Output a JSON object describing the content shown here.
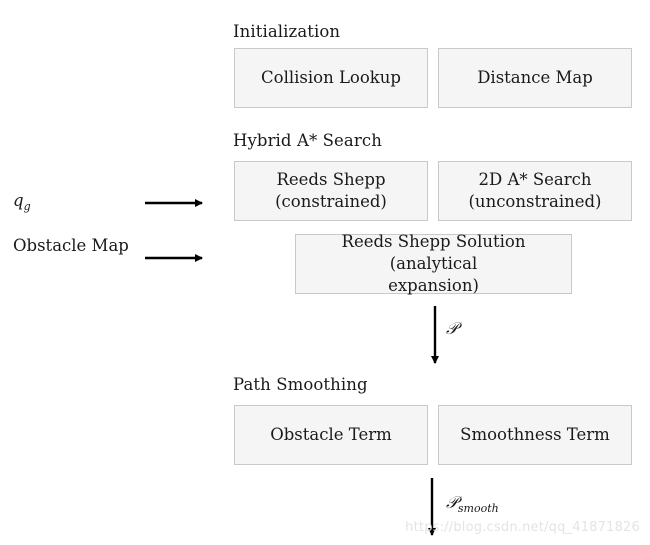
{
  "inputs": {
    "goal": {
      "symbol": "q",
      "subscript": "g"
    },
    "obstacle_map": "Obstacle Map"
  },
  "initialization": {
    "title": "Initialization",
    "boxes": [
      "Collision Lookup",
      "Distance Map"
    ]
  },
  "hybrid_search": {
    "title": "Hybrid A* Search",
    "reeds_shepp": {
      "line1": "Reeds Shepp",
      "line2": "(constrained)"
    },
    "astar_2d": {
      "line1": "2D A* Search",
      "line2": "(unconstrained)"
    },
    "analytical": {
      "line1": "Reeds Shepp Solution (analytical",
      "line2": "expansion)"
    }
  },
  "path_output": {
    "symbol": "𝒫"
  },
  "path_smoothing": {
    "title": "Path Smoothing",
    "boxes": [
      "Obstacle Term",
      "Smoothness Term"
    ]
  },
  "smooth_output": {
    "symbol": "𝒫",
    "subscript": "smooth"
  },
  "watermark": "https://blog.csdn.net/qq_41871826",
  "colors": {
    "box_fill": "#f5f5f5",
    "box_border": "#c9c9c9",
    "arrow": "#000000"
  }
}
